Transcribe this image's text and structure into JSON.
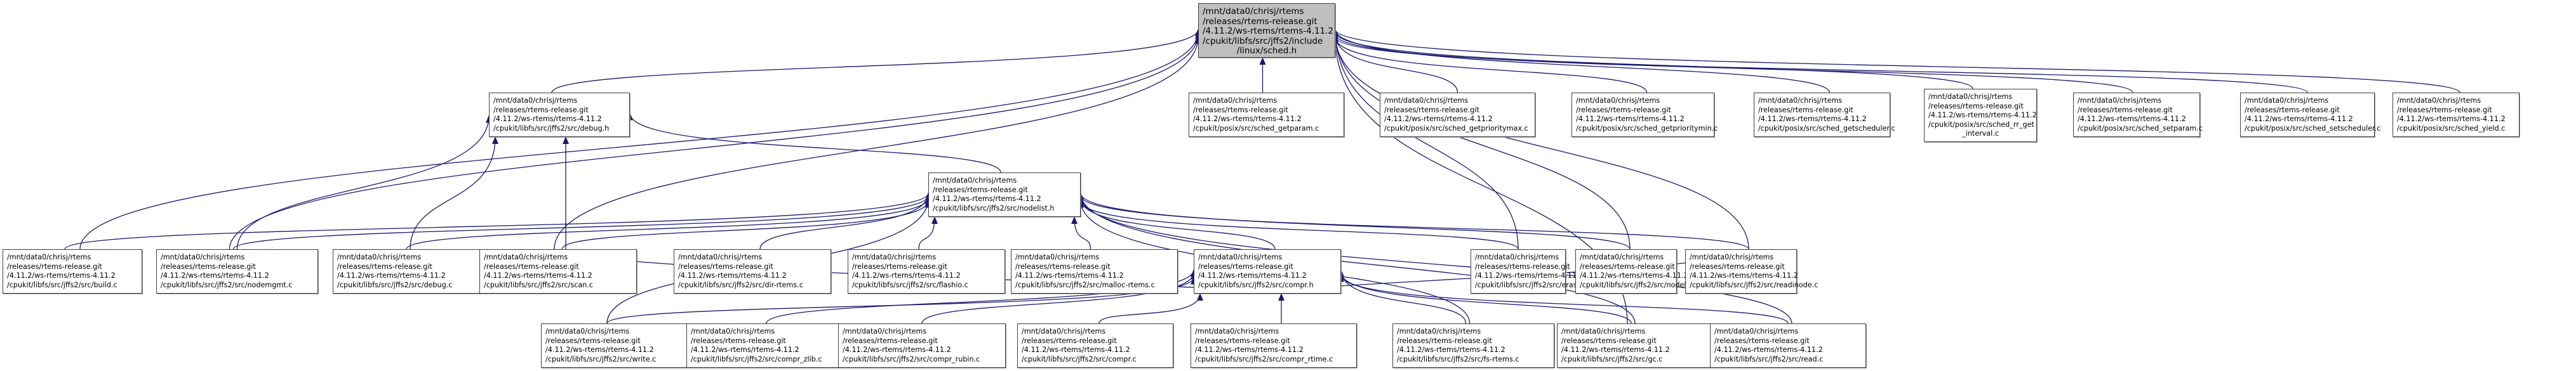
{
  "graph": {
    "type": "include-dependency-graph",
    "edge_color": "#191970",
    "root_fill": "#bfbfbf",
    "nodes": [
      {
        "id": "sched_h",
        "lines": [
          "/mnt/data0/chrisj/rtems",
          "/releases/rtems-release.git",
          "/4.11.2/ws-rtems/rtems-4.11.2",
          "/cpukit/libfs/src/jffs2/include",
          "/linux/sched.h"
        ],
        "root": true
      },
      {
        "id": "debug_h",
        "lines": [
          "/mnt/data0/chrisj/rtems",
          "/releases/rtems-release.git",
          "/4.11.2/ws-rtems/rtems-4.11.2",
          "/cpukit/libfs/src/jffs2/src/debug.h"
        ]
      },
      {
        "id": "sched_getparam",
        "lines": [
          "/mnt/data0/chrisj/rtems",
          "/releases/rtems-release.git",
          "/4.11.2/ws-rtems/rtems-4.11.2",
          "/cpukit/posix/src/sched_getparam.c"
        ]
      },
      {
        "id": "sched_getprioritymax",
        "lines": [
          "/mnt/data0/chrisj/rtems",
          "/releases/rtems-release.git",
          "/4.11.2/ws-rtems/rtems-4.11.2",
          "/cpukit/posix/src/sched_getprioritymax.c"
        ]
      },
      {
        "id": "sched_getprioritymin",
        "lines": [
          "/mnt/data0/chrisj/rtems",
          "/releases/rtems-release.git",
          "/4.11.2/ws-rtems/rtems-4.11.2",
          "/cpukit/posix/src/sched_getprioritymin.c"
        ]
      },
      {
        "id": "sched_getscheduler",
        "lines": [
          "/mnt/data0/chrisj/rtems",
          "/releases/rtems-release.git",
          "/4.11.2/ws-rtems/rtems-4.11.2",
          "/cpukit/posix/src/sched_getscheduler.c"
        ]
      },
      {
        "id": "sched_rr_get_interval",
        "lines": [
          "/mnt/data0/chrisj/rtems",
          "/releases/rtems-release.git",
          "/4.11.2/ws-rtems/rtems-4.11.2",
          "/cpukit/posix/src/sched_rr_get",
          "_interval.c"
        ]
      },
      {
        "id": "sched_setparam",
        "lines": [
          "/mnt/data0/chrisj/rtems",
          "/releases/rtems-release.git",
          "/4.11.2/ws-rtems/rtems-4.11.2",
          "/cpukit/posix/src/sched_setparam.c"
        ]
      },
      {
        "id": "sched_setscheduler",
        "lines": [
          "/mnt/data0/chrisj/rtems",
          "/releases/rtems-release.git",
          "/4.11.2/ws-rtems/rtems-4.11.2",
          "/cpukit/posix/src/sched_setscheduler.c"
        ]
      },
      {
        "id": "sched_yield",
        "lines": [
          "/mnt/data0/chrisj/rtems",
          "/releases/rtems-release.git",
          "/4.11.2/ws-rtems/rtems-4.11.2",
          "/cpukit/posix/src/sched_yield.c"
        ]
      },
      {
        "id": "nodelist_h",
        "lines": [
          "/mnt/data0/chrisj/rtems",
          "/releases/rtems-release.git",
          "/4.11.2/ws-rtems/rtems-4.11.2",
          "/cpukit/libfs/src/jffs2/src/nodelist.h"
        ]
      },
      {
        "id": "build_c",
        "lines": [
          "/mnt/data0/chrisj/rtems",
          "/releases/rtems-release.git",
          "/4.11.2/ws-rtems/rtems-4.11.2",
          "/cpukit/libfs/src/jffs2/src/build.c"
        ]
      },
      {
        "id": "nodemgmt_c",
        "lines": [
          "/mnt/data0/chrisj/rtems",
          "/releases/rtems-release.git",
          "/4.11.2/ws-rtems/rtems-4.11.2",
          "/cpukit/libfs/src/jffs2/src/nodemgmt.c"
        ]
      },
      {
        "id": "debug_c",
        "lines": [
          "/mnt/data0/chrisj/rtems",
          "/releases/rtems-release.git",
          "/4.11.2/ws-rtems/rtems-4.11.2",
          "/cpukit/libfs/src/jffs2/src/debug.c"
        ]
      },
      {
        "id": "scan_c",
        "lines": [
          "/mnt/data0/chrisj/rtems",
          "/releases/rtems-release.git",
          "/4.11.2/ws-rtems/rtems-4.11.2",
          "/cpukit/libfs/src/jffs2/src/scan.c"
        ]
      },
      {
        "id": "dir_rtems_c",
        "lines": [
          "/mnt/data0/chrisj/rtems",
          "/releases/rtems-release.git",
          "/4.11.2/ws-rtems/rtems-4.11.2",
          "/cpukit/libfs/src/jffs2/src/dir-rtems.c"
        ]
      },
      {
        "id": "flashio_c",
        "lines": [
          "/mnt/data0/chrisj/rtems",
          "/releases/rtems-release.git",
          "/4.11.2/ws-rtems/rtems-4.11.2",
          "/cpukit/libfs/src/jffs2/src/flashio.c"
        ]
      },
      {
        "id": "malloc_rtems_c",
        "lines": [
          "/mnt/data0/chrisj/rtems",
          "/releases/rtems-release.git",
          "/4.11.2/ws-rtems/rtems-4.11.2",
          "/cpukit/libfs/src/jffs2/src/malloc-rtems.c"
        ]
      },
      {
        "id": "compr_h",
        "lines": [
          "/mnt/data0/chrisj/rtems",
          "/releases/rtems-release.git",
          "/4.11.2/ws-rtems/rtems-4.11.2",
          "/cpukit/libfs/src/jffs2/src/compr.h"
        ]
      },
      {
        "id": "erase_c",
        "lines": [
          "/mnt/data0/chrisj/rtems",
          "/releases/rtems-release.git",
          "/4.11.2/ws-rtems/rtems-4.11.2",
          "/cpukit/libfs/src/jffs2/src/erase.c"
        ]
      },
      {
        "id": "nodelist_c",
        "lines": [
          "/mnt/data0/chrisj/rtems",
          "/releases/rtems-release.git",
          "/4.11.2/ws-rtems/rtems-4.11.2",
          "/cpukit/libfs/src/jffs2/src/nodelist.c"
        ]
      },
      {
        "id": "readinode_c",
        "lines": [
          "/mnt/data0/chrisj/rtems",
          "/releases/rtems-release.git",
          "/4.11.2/ws-rtems/rtems-4.11.2",
          "/cpukit/libfs/src/jffs2/src/readinode.c"
        ]
      },
      {
        "id": "write_c",
        "lines": [
          "/mnt/data0/chrisj/rtems",
          "/releases/rtems-release.git",
          "/4.11.2/ws-rtems/rtems-4.11.2",
          "/cpukit/libfs/src/jffs2/src/write.c"
        ]
      },
      {
        "id": "compr_zlib_c",
        "lines": [
          "/mnt/data0/chrisj/rtems",
          "/releases/rtems-release.git",
          "/4.11.2/ws-rtems/rtems-4.11.2",
          "/cpukit/libfs/src/jffs2/src/compr_zlib.c"
        ]
      },
      {
        "id": "compr_rubin_c",
        "lines": [
          "/mnt/data0/chrisj/rtems",
          "/releases/rtems-release.git",
          "/4.11.2/ws-rtems/rtems-4.11.2",
          "/cpukit/libfs/src/jffs2/src/compr_rubin.c"
        ]
      },
      {
        "id": "compr_c",
        "lines": [
          "/mnt/data0/chrisj/rtems",
          "/releases/rtems-release.git",
          "/4.11.2/ws-rtems/rtems-4.11.2",
          "/cpukit/libfs/src/jffs2/src/compr.c"
        ]
      },
      {
        "id": "compr_rtime_c",
        "lines": [
          "/mnt/data0/chrisj/rtems",
          "/releases/rtems-release.git",
          "/4.11.2/ws-rtems/rtems-4.11.2",
          "/cpukit/libfs/src/jffs2/src/compr_rtime.c"
        ]
      },
      {
        "id": "fs_rtems_c",
        "lines": [
          "/mnt/data0/chrisj/rtems",
          "/releases/rtems-release.git",
          "/4.11.2/ws-rtems/rtems-4.11.2",
          "/cpukit/libfs/src/jffs2/src/fs-rtems.c"
        ]
      },
      {
        "id": "gc_c",
        "lines": [
          "/mnt/data0/chrisj/rtems",
          "/releases/rtems-release.git",
          "/4.11.2/ws-rtems/rtems-4.11.2",
          "/cpukit/libfs/src/jffs2/src/gc.c"
        ]
      },
      {
        "id": "read_c",
        "lines": [
          "/mnt/data0/chrisj/rtems",
          "/releases/rtems-release.git",
          "/4.11.2/ws-rtems/rtems-4.11.2",
          "/cpukit/libfs/src/jffs2/src/read.c"
        ]
      }
    ],
    "edges": [
      [
        "debug_h",
        "sched_h"
      ],
      [
        "sched_getparam",
        "sched_h"
      ],
      [
        "sched_getprioritymax",
        "sched_h"
      ],
      [
        "sched_getprioritymin",
        "sched_h"
      ],
      [
        "sched_getscheduler",
        "sched_h"
      ],
      [
        "sched_rr_get_interval",
        "sched_h"
      ],
      [
        "sched_setparam",
        "sched_h"
      ],
      [
        "sched_setscheduler",
        "sched_h"
      ],
      [
        "sched_yield",
        "sched_h"
      ],
      [
        "build_c",
        "sched_h"
      ],
      [
        "nodemgmt_c",
        "sched_h"
      ],
      [
        "scan_c",
        "sched_h"
      ],
      [
        "erase_c",
        "sched_h"
      ],
      [
        "nodelist_c",
        "sched_h"
      ],
      [
        "readinode_c",
        "sched_h"
      ],
      [
        "gc_c",
        "sched_h"
      ],
      [
        "nodelist_h",
        "debug_h"
      ],
      [
        "nodemgmt_c",
        "debug_h"
      ],
      [
        "debug_c",
        "debug_h"
      ],
      [
        "scan_c",
        "debug_h"
      ],
      [
        "build_c",
        "nodelist_h"
      ],
      [
        "nodemgmt_c",
        "nodelist_h"
      ],
      [
        "debug_c",
        "nodelist_h"
      ],
      [
        "scan_c",
        "nodelist_h"
      ],
      [
        "dir_rtems_c",
        "nodelist_h"
      ],
      [
        "flashio_c",
        "nodelist_h"
      ],
      [
        "malloc_rtems_c",
        "nodelist_h"
      ],
      [
        "erase_c",
        "nodelist_h"
      ],
      [
        "nodelist_c",
        "nodelist_h"
      ],
      [
        "readinode_c",
        "nodelist_h"
      ],
      [
        "write_c",
        "nodelist_h"
      ],
      [
        "fs_rtems_c",
        "nodelist_h"
      ],
      [
        "gc_c",
        "nodelist_h"
      ],
      [
        "read_c",
        "nodelist_h"
      ],
      [
        "compr_h",
        "nodelist_h"
      ],
      [
        "write_c",
        "compr_h"
      ],
      [
        "compr_zlib_c",
        "compr_h"
      ],
      [
        "compr_rubin_c",
        "compr_h"
      ],
      [
        "compr_c",
        "compr_h"
      ],
      [
        "compr_rtime_c",
        "compr_h"
      ],
      [
        "fs_rtems_c",
        "compr_h"
      ],
      [
        "gc_c",
        "compr_h"
      ],
      [
        "read_c",
        "compr_h"
      ],
      [
        "scan_c",
        "compr_h"
      ],
      [
        "readinode_c",
        "compr_h"
      ]
    ]
  }
}
